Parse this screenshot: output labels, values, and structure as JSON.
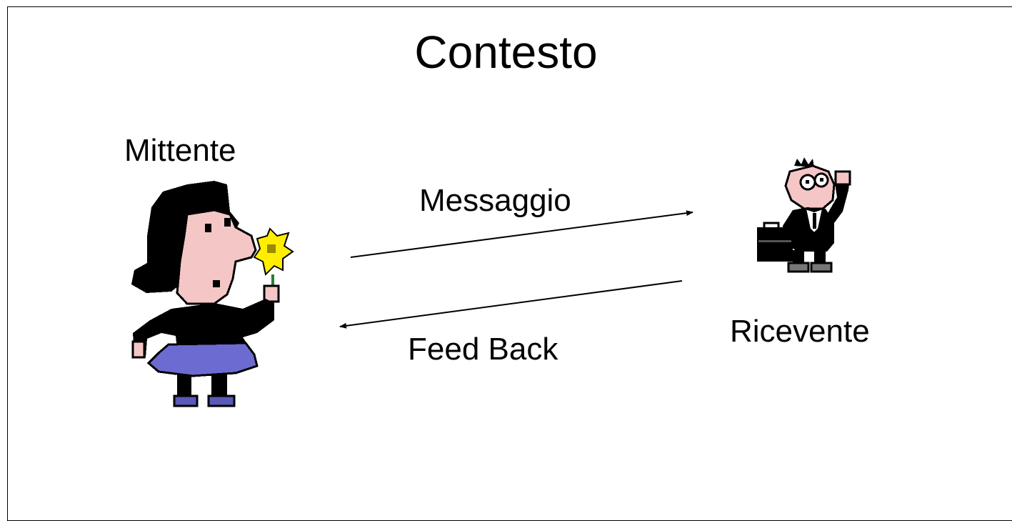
{
  "diagram": {
    "title": "Contesto",
    "sender_label": "Mittente",
    "receiver_label": "Ricevente",
    "message_label": "Messaggio",
    "feedback_label": "Feed Back"
  },
  "colors": {
    "background": "#ffffff",
    "line": "#000000",
    "skin": "#f5c6c6",
    "hair": "#000000",
    "skirt": "#6b6bd1",
    "flower": "#ffee00",
    "shoes": "#5a5ab8"
  }
}
